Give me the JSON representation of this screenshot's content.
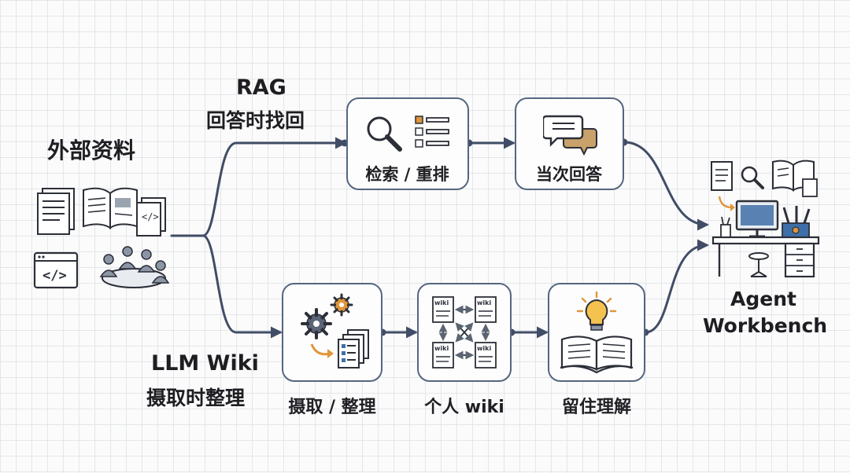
{
  "sources": {
    "title": "外部资料",
    "icons": [
      "document-stack-icon",
      "open-book-icon",
      "code-files-icon",
      "code-window-icon",
      "team-meeting-icon"
    ]
  },
  "rag": {
    "title": "RAG",
    "subtitle": "回答时找回"
  },
  "llm_wiki": {
    "title": "LLM Wiki",
    "subtitle": "摄取时整理"
  },
  "nodes": {
    "retrieve_rerank": {
      "label": "检索 / 重排",
      "icons": [
        "magnifier-icon",
        "checklist-icon"
      ]
    },
    "one_time_answer": {
      "label": "当次回答",
      "icons": [
        "chat-bubbles-icon"
      ]
    },
    "ingest_organize": {
      "label": "摄取 / 整理",
      "icons": [
        "gears-icon",
        "organized-docs-icon"
      ]
    },
    "personal_wiki": {
      "label": "个人 wiki",
      "page_label": "wiki",
      "icons": [
        "linked-wiki-pages-icon"
      ]
    },
    "retain_understand": {
      "label": "留住理解",
      "icons": [
        "lightbulb-icon",
        "open-book-icon"
      ]
    }
  },
  "destination": {
    "title": "Agent Workbench",
    "line1": "Agent",
    "line2": "Workbench",
    "icons": [
      "document-icon",
      "magnifier-icon",
      "open-book-icon",
      "desk-workstation-icon"
    ]
  },
  "colors": {
    "connector": "#414d66",
    "box_border": "#55667f",
    "accent_orange": "#e0953a",
    "accent_blue": "#3f6fa8",
    "grid": "#e3e6ea"
  }
}
